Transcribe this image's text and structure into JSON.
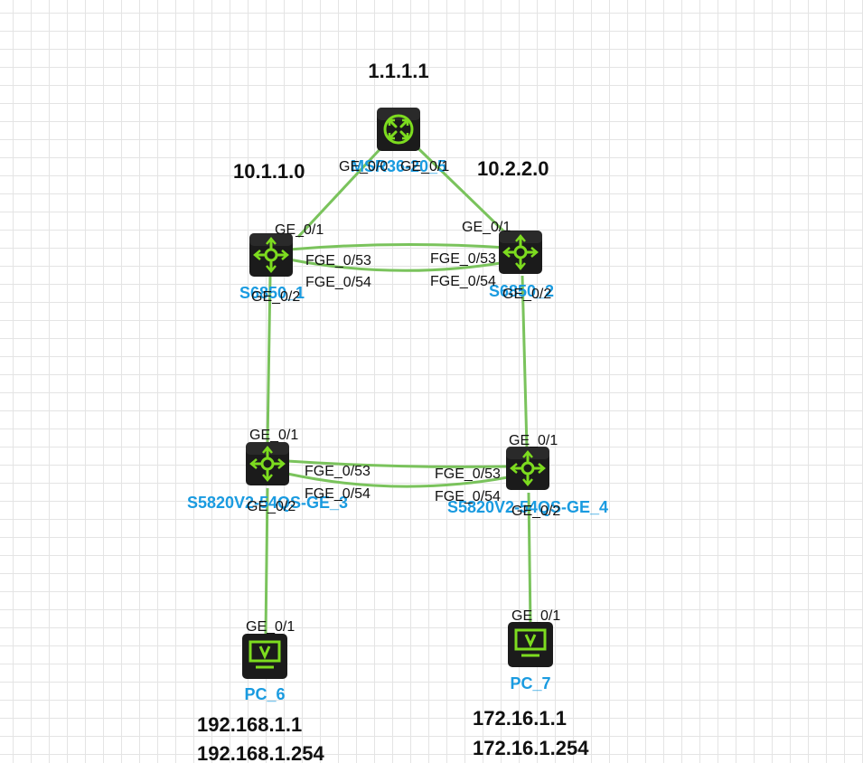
{
  "networks": {
    "router_loopback": "1.1.1.1",
    "left_net": "10.1.1.0",
    "right_net": "10.2.2.0",
    "pc6_ip": "192.168.1.1",
    "pc6_gw": "192.168.1.254",
    "pc7_ip": "172.16.1.1",
    "pc7_gw": "172.16.1.254"
  },
  "devices": {
    "router": {
      "name": "MSR36-20_5",
      "icon": "router-icon"
    },
    "s6850_1": {
      "name": "S6850_1",
      "icon": "l3-switch-icon"
    },
    "s6850_2": {
      "name": "S6850_2",
      "icon": "l3-switch-icon"
    },
    "s5820_3": {
      "name": "S5820V2-54QS-GE_3",
      "icon": "l3-switch-icon"
    },
    "s5820_4": {
      "name": "S5820V2-54QS-GE_4",
      "icon": "l3-switch-icon"
    },
    "pc6": {
      "name": "PC_6",
      "icon": "pc-icon"
    },
    "pc7": {
      "name": "PC_7",
      "icon": "pc-icon"
    }
  },
  "ports": {
    "router_ge00": "GE_0/0",
    "router_ge01": "GE_0/1",
    "s1_ge01": "GE_0/1",
    "s1_fge053": "FGE_0/53",
    "s1_fge054": "FGE_0/54",
    "s1_ge02": "GE_0/2",
    "s2_ge01": "GE_0/1",
    "s2_fge053": "FGE_0/53",
    "s2_fge054": "FGE_0/54",
    "s2_ge02": "GE_0/2",
    "s3_ge01": "GE_0/1",
    "s3_fge053": "FGE_0/53",
    "s3_fge054": "FGE_0/54",
    "s3_ge02": "GE_0/2",
    "s4_ge01": "GE_0/1",
    "s4_fge053": "FGE_0/53",
    "s4_fge054": "FGE_0/54",
    "s4_ge02": "GE_0/2",
    "pc6_ge01": "GE_0/1",
    "pc7_ge01": "GE_0/1"
  },
  "colors": {
    "link": "#7ac35c",
    "device_body": "#1b1b1b",
    "device_accent": "#7ddc1f",
    "node_label": "#1a9be0"
  }
}
